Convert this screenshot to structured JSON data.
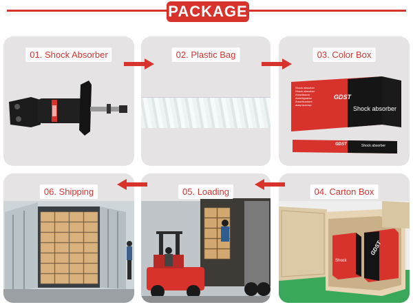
{
  "header": {
    "title": "PACKAGE"
  },
  "steps": [
    {
      "label": "01. Shock Absorber"
    },
    {
      "label": "02. Plastic Bag"
    },
    {
      "label": "03. Color Box"
    },
    {
      "label": "04. Carton Box"
    },
    {
      "label": "05. Loading"
    },
    {
      "label": "06. Shipping"
    }
  ],
  "color_box": {
    "brand": "GDST",
    "product_text": "Shock absorber",
    "bullets": [
      "Shock absorber",
      "Shock absorber",
      "Amortisseur",
      "Amortiguador",
      "Amortizzatore",
      "амортизатор"
    ]
  },
  "carton_box": {
    "brand": "GDST",
    "side_text": "Shock"
  },
  "colors": {
    "accent": "#d8322d",
    "card": "#e5e3e3"
  }
}
